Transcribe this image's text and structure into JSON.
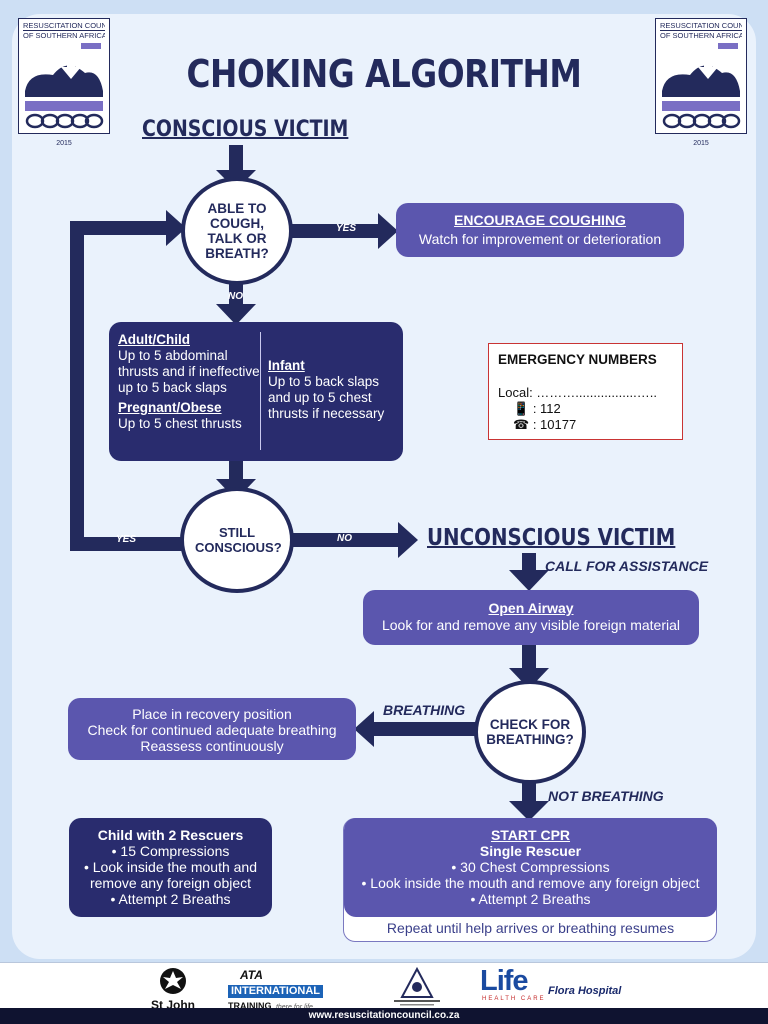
{
  "title": "CHOKING ALGORITHM",
  "logo": {
    "line1": "RESUSCITATION COUNCIL",
    "line2": "OF SOUTHERN AFRICA",
    "year": "2015"
  },
  "conscious_heading": "CONSCIOUS VICTIM",
  "q_able": "ABLE TO COUGH, TALK OR BREATH?",
  "yes1": "YES",
  "no1": "NO",
  "encourage": {
    "title": "ENCOURAGE COUGHING",
    "text": "Watch for improvement or deterioration"
  },
  "thrusts": {
    "adult_title": "Adult/Child",
    "adult_text": "Up to 5 abdominal thrusts and if ineffective up to 5 back slaps",
    "preg_title": "Pregnant/Obese",
    "preg_text": "Up to 5 chest thrusts",
    "infant_title": "Infant",
    "infant_text": "Up to 5 back slaps and up to 5 chest thrusts if necessary"
  },
  "emergency": {
    "title": "EMERGENCY NUMBERS",
    "local": "Local: ……….................…..",
    "cell": ": 112",
    "phone": ": 10177"
  },
  "q_still": "STILL CONSCIOUS?",
  "yes2": "YES",
  "no2": "NO",
  "unconscious_heading": "UNCONSCIOUS VICTIM",
  "call_assist": "CALL FOR ASSISTANCE",
  "airway": {
    "title": "Open Airway",
    "text": "Look for and remove any visible foreign material"
  },
  "q_breathing": "CHECK FOR BREATHING?",
  "breathing_lbl": "BREATHING",
  "not_breathing_lbl": "NOT BREATHING",
  "recovery": {
    "l1": "Place in recovery position",
    "l2": "Check for continued adequate breathing",
    "l3": "Reassess continuously"
  },
  "child": {
    "title": "Child with 2 Rescuers",
    "l1": "• 15 Compressions",
    "l2": "• Look inside the mouth and remove any foreign object",
    "l3": "• Attempt 2 Breaths"
  },
  "cpr": {
    "title": "START CPR",
    "subtitle": "Single Rescuer",
    "l1": "• 30 Chest Compressions",
    "l2": "• Look inside the mouth and remove any foreign object",
    "l3": "• Attempt 2 Breaths",
    "repeat": "Repeat until help arrives or breathing resumes"
  },
  "footer": {
    "stjohn": "St John",
    "ata1": "ATA",
    "ata2": "INTERNATIONAL",
    "ata3": "TRAINING",
    "ata4": "there for life",
    "life": "Life",
    "life_sub": "HEALTH CARE",
    "flora": "Flora Hospital",
    "url": "www.resuscitationcouncil.co.za"
  },
  "colors": {
    "navy": "#232a5c",
    "purple": "#5b56ae",
    "dark_box": "#292c6e",
    "background": "#eaf2fc",
    "emergency_border": "#c93434"
  }
}
